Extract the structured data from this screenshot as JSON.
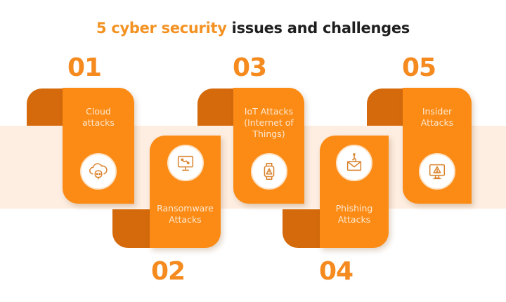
{
  "title": {
    "accent": "5 cyber security",
    "rest": " issues and challenges"
  },
  "colors": {
    "primary_orange": "#fb8b15",
    "fold_orange": "#d46a0c",
    "number_orange": "#f58a1f",
    "band": "#fdeee1",
    "label_text": "#fde7cf",
    "icon_stroke": "#d9822b"
  },
  "items": [
    {
      "number": "01",
      "label_line1": "Cloud",
      "label_line2": "attacks",
      "label_line3": "",
      "icon": "cloud-bot-icon"
    },
    {
      "number": "02",
      "label_line1": "Ransomware",
      "label_line2": "Attacks",
      "label_line3": "",
      "icon": "monitor-malware-icon"
    },
    {
      "number": "03",
      "label_line1": "IoT Attacks",
      "label_line2": "(Internet of",
      "label_line3": "Things)",
      "icon": "smartwatch-warning-icon"
    },
    {
      "number": "04",
      "label_line1": "Phishing",
      "label_line2": "Attacks",
      "label_line3": "",
      "icon": "envelope-hook-icon"
    },
    {
      "number": "05",
      "label_line1": "Insider",
      "label_line2": "Attacks",
      "label_line3": "",
      "icon": "monitor-warning-icon"
    }
  ]
}
